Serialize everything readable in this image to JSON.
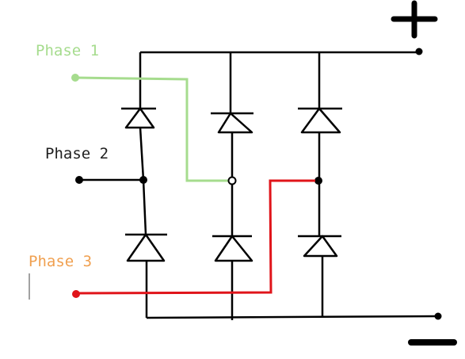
{
  "labels": {
    "phase1": "Phase 1",
    "phase2": "Phase 2",
    "phase3": "Phase 3",
    "plus": "+",
    "minus": "−"
  },
  "colors": {
    "background": "#ffffff",
    "wire": "#000000",
    "phase1": "#a6dc8e",
    "phase2": "#000000",
    "phase3": "#e0141a",
    "phase1_label": "#a6dc8e",
    "phase2_label": "#202020",
    "phase3_label": "#f0a050"
  },
  "diagram": {
    "type": "three-phase full-wave diode bridge rectifier",
    "diode_count": 6,
    "legs": 3,
    "outputs": [
      "positive-dc",
      "negative-dc"
    ]
  }
}
